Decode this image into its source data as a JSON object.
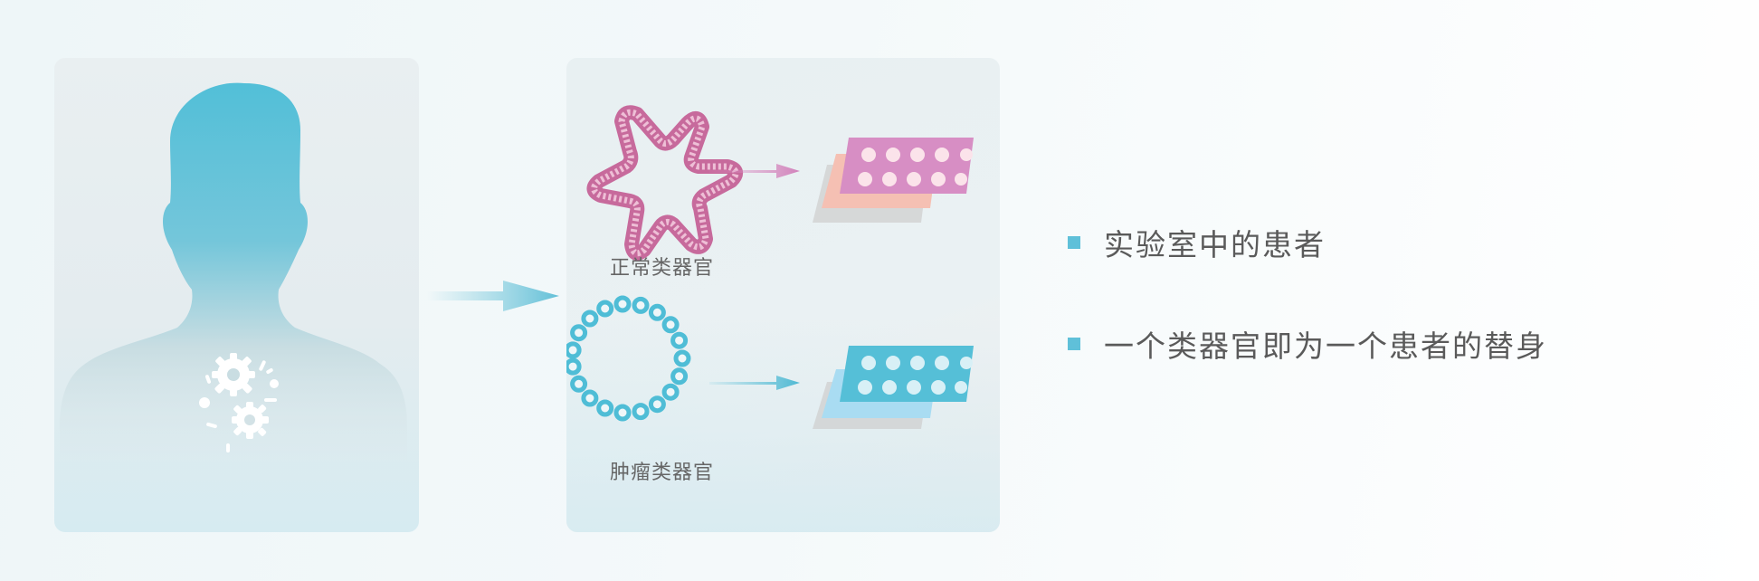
{
  "organoids": {
    "normal_label": "正常类器官",
    "tumor_label": "肿瘤类器官"
  },
  "bullets": [
    {
      "text": "实验室中的患者"
    },
    {
      "text": "一个类器官即为一个患者的替身"
    }
  ],
  "colors": {
    "accent": "#5fc0d9",
    "normal_plate": "#d88cc0",
    "tumor_plate": "#5cc2d8",
    "text": "#5a5a5a"
  }
}
